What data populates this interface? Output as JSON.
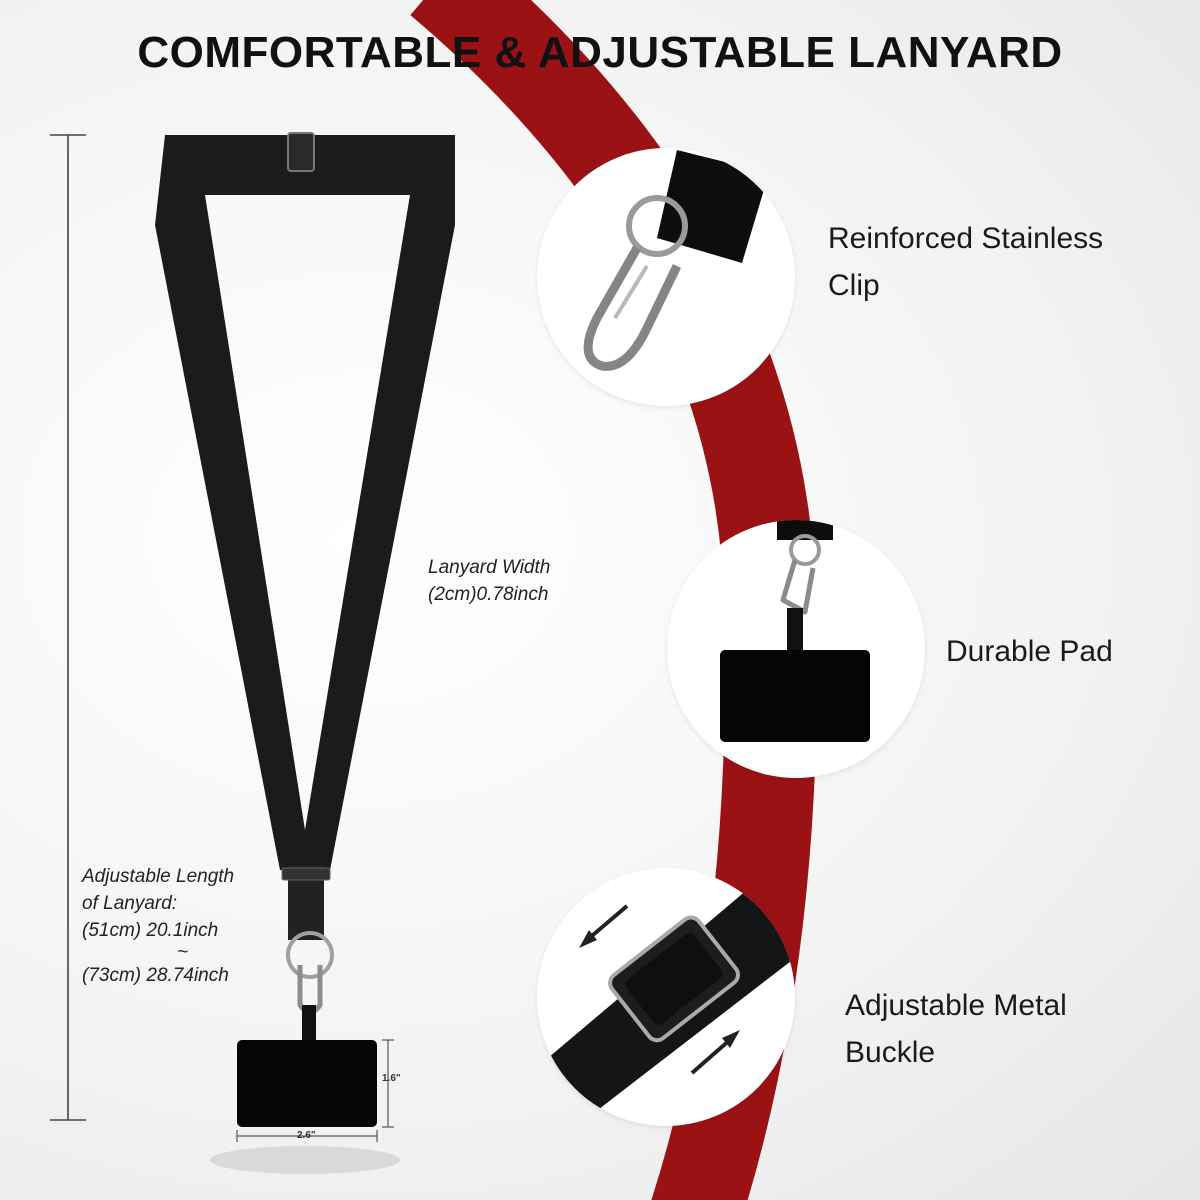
{
  "title": "COMFORTABLE & ADJUSTABLE LANYARD",
  "features": [
    {
      "line1": "Reinforced Stainless",
      "line2": "Clip",
      "icon": "clip-icon"
    },
    {
      "line1": "Durable Pad",
      "line2": "",
      "icon": "pad-icon"
    },
    {
      "line1": "Adjustable Metal",
      "line2": "Buckle",
      "icon": "buckle-icon"
    }
  ],
  "width_note": {
    "line1": "Lanyard Width",
    "line2": "(2cm)0.78inch"
  },
  "length_note": {
    "line1": "Adjustable Length",
    "line2": "of Lanyard:",
    "line3": "(51cm) 20.1inch",
    "line4": "~",
    "line5": "(73cm) 28.74inch"
  },
  "pad_dimensions": {
    "height": "1.6\"",
    "width": "2.6\""
  },
  "colors": {
    "accent_red": "#9b1215",
    "strap": "#1b1b1b",
    "metal": "#9a9a9a"
  }
}
